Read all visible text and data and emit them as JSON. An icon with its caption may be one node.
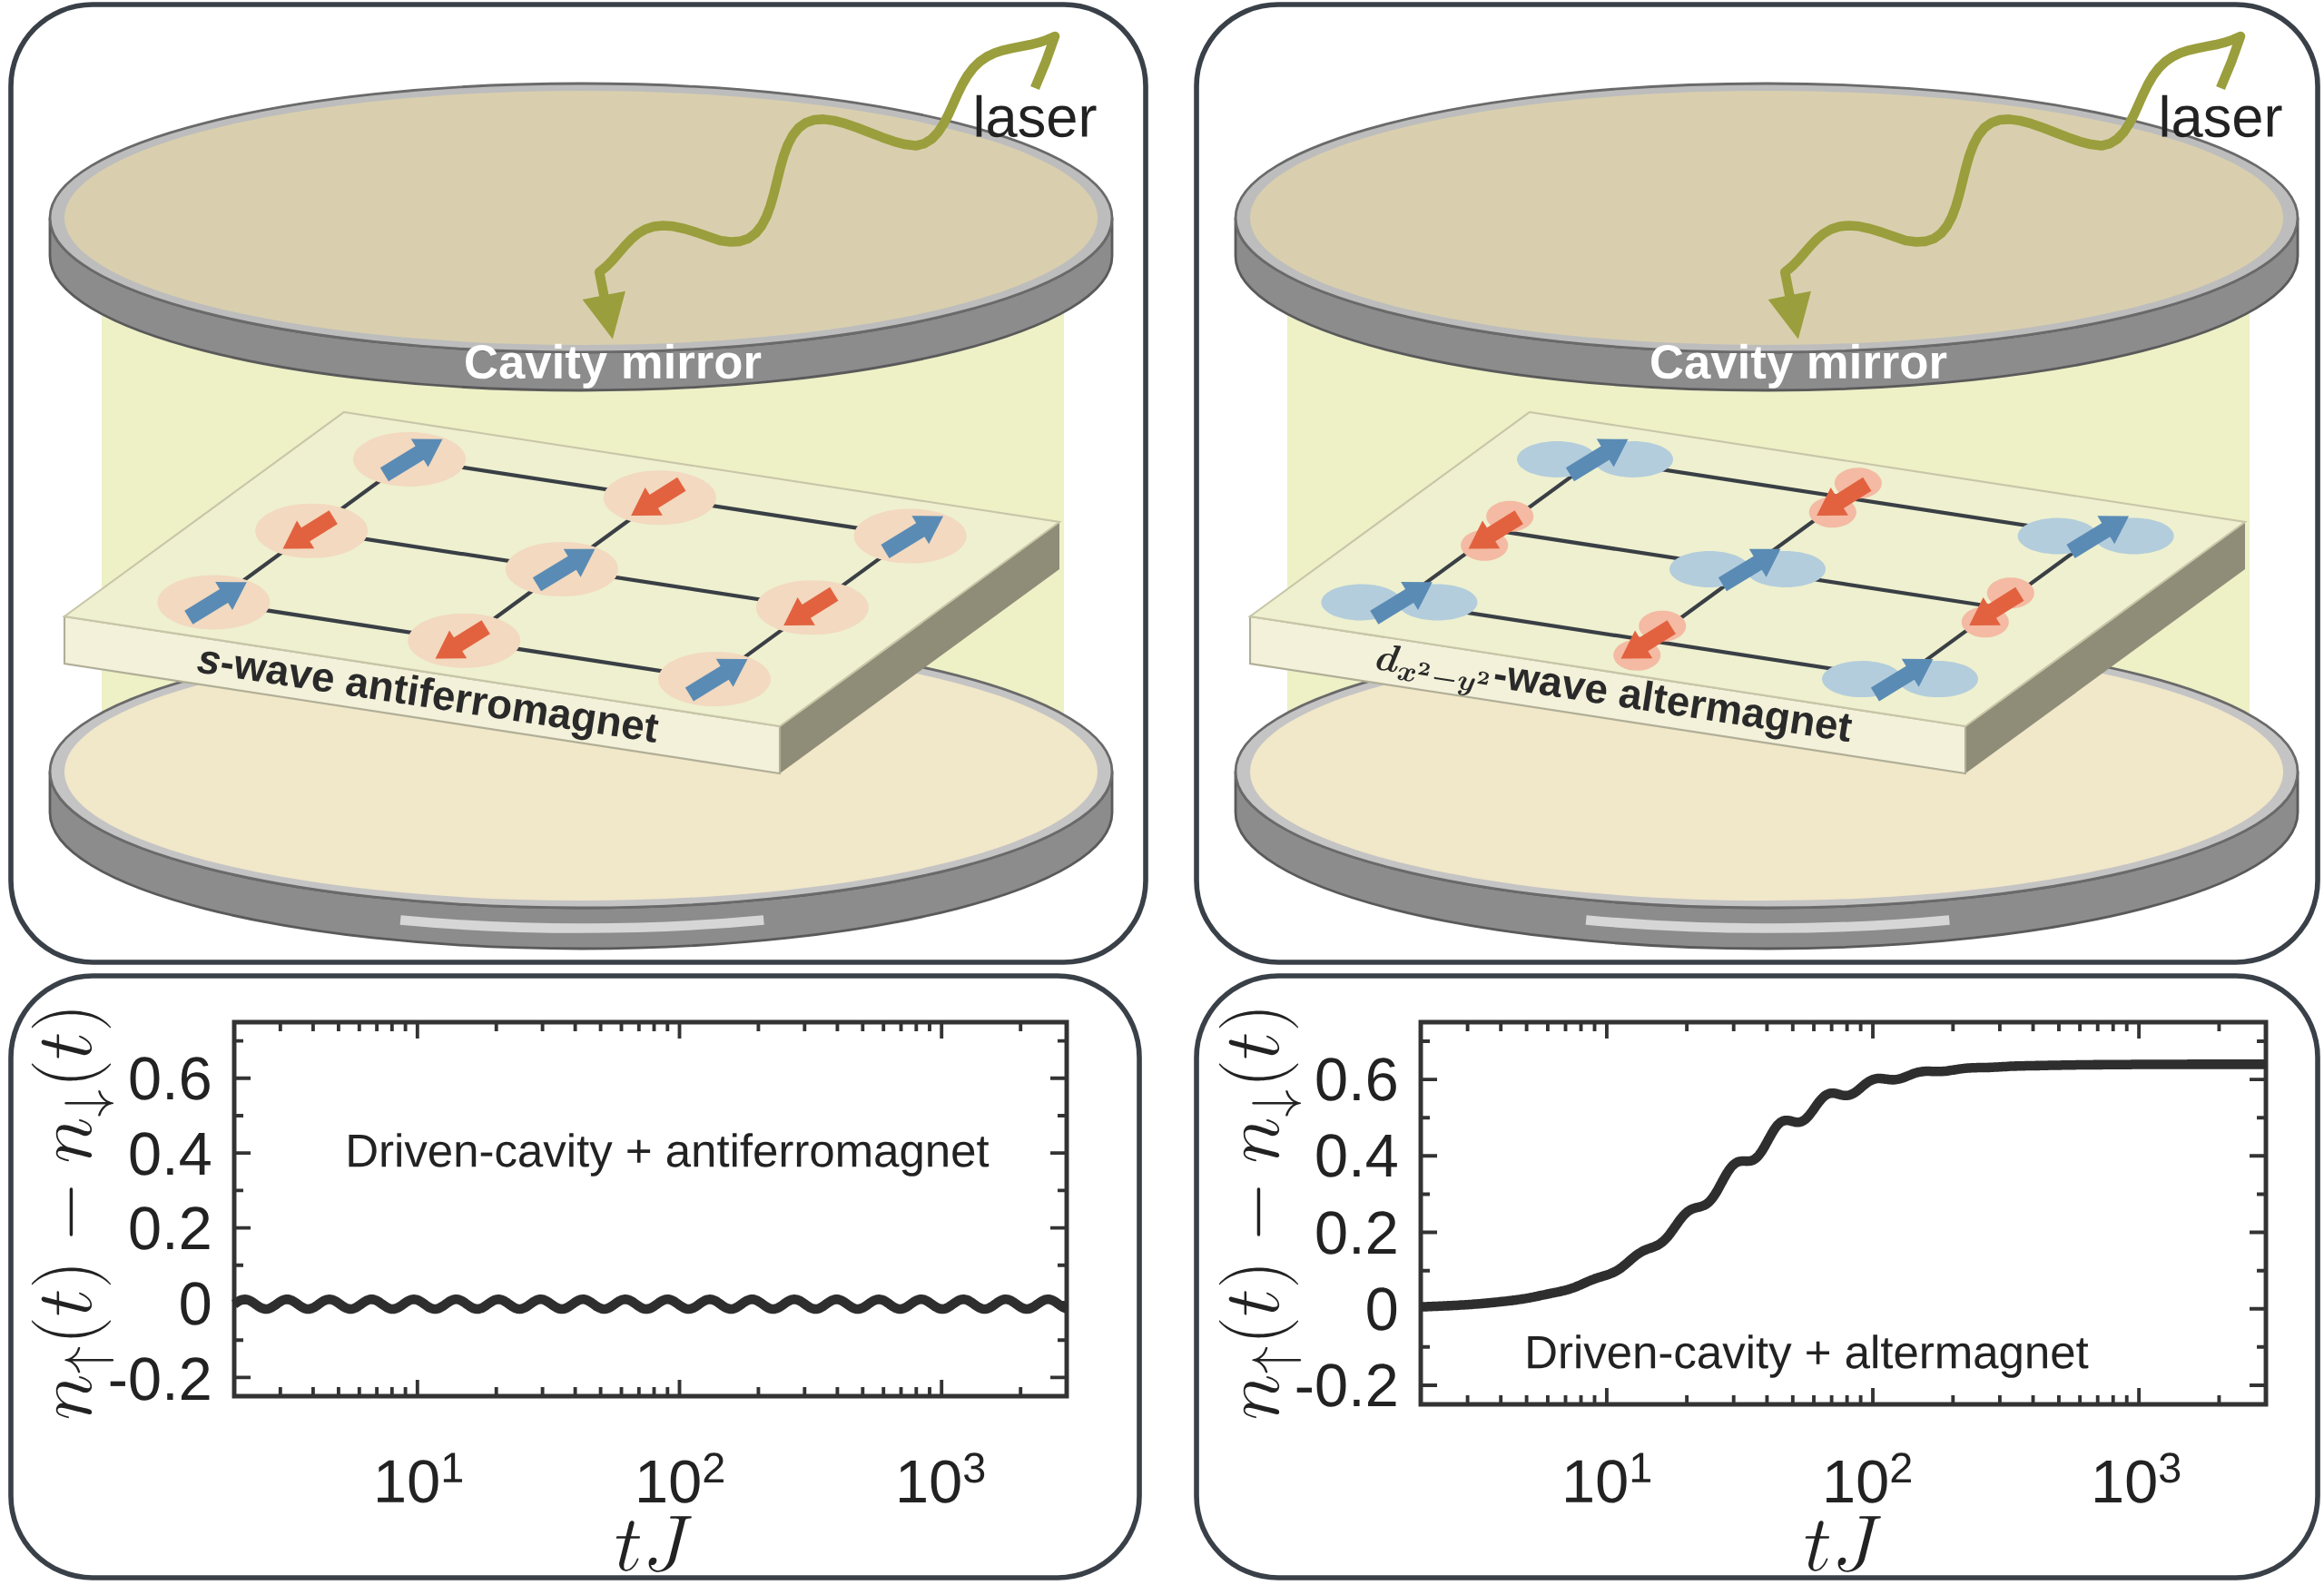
{
  "diagram": {
    "nodes": [
      {
        "text": [],
        "shape": "box"
      },
      {
        "text": [
          "laser"
        ],
        "in": 0
      },
      {
        "text": [
          "Cavity mirror"
        ],
        "in": 0
      },
      {
        "text": [
          "*s*-wave antiferromagnet"
        ],
        "in": 0
      },
      {
        "text": [],
        "shape": "box"
      },
      {
        "text": [
          "laser"
        ],
        "in": 4
      },
      {
        "text": [
          "Cavity mirror"
        ],
        "in": 4
      },
      {
        "text": [
          "d_{x^2-y^2}\\text{-wave altermagnet}"
        ],
        "in": 4
      },
      {
        "text": [],
        "shape": "box"
      },
      {
        "text": [],
        "shape": "box"
      }
    ],
    "edges": [
      {
        "from": 1,
        "to": 2,
        "arrow": "to"
      },
      {
        "from": 5,
        "to": 6,
        "arrow": "to"
      }
    ],
    "labels": [
      "n_{\\uparrow}(t) - n_{\\downarrow}(t)",
      "0.6",
      "0.4",
      "Driven-cavity + antiferromagnet",
      "0.2",
      "0",
      "-0.2",
      "10$^{1}$",
      "10$^{2}$",
      "10$^{3}$",
      "tJ",
      "n_{\\uparrow}(t) - n_{\\downarrow}(t)",
      "0.6",
      "0.4",
      "0.2",
      "0",
      "Driven-cavity + altermagnet",
      "-0.2",
      "10$^{1}$",
      "10$^{2}$",
      "10$^{3}$",
      "tJ"
    ]
  }
}
